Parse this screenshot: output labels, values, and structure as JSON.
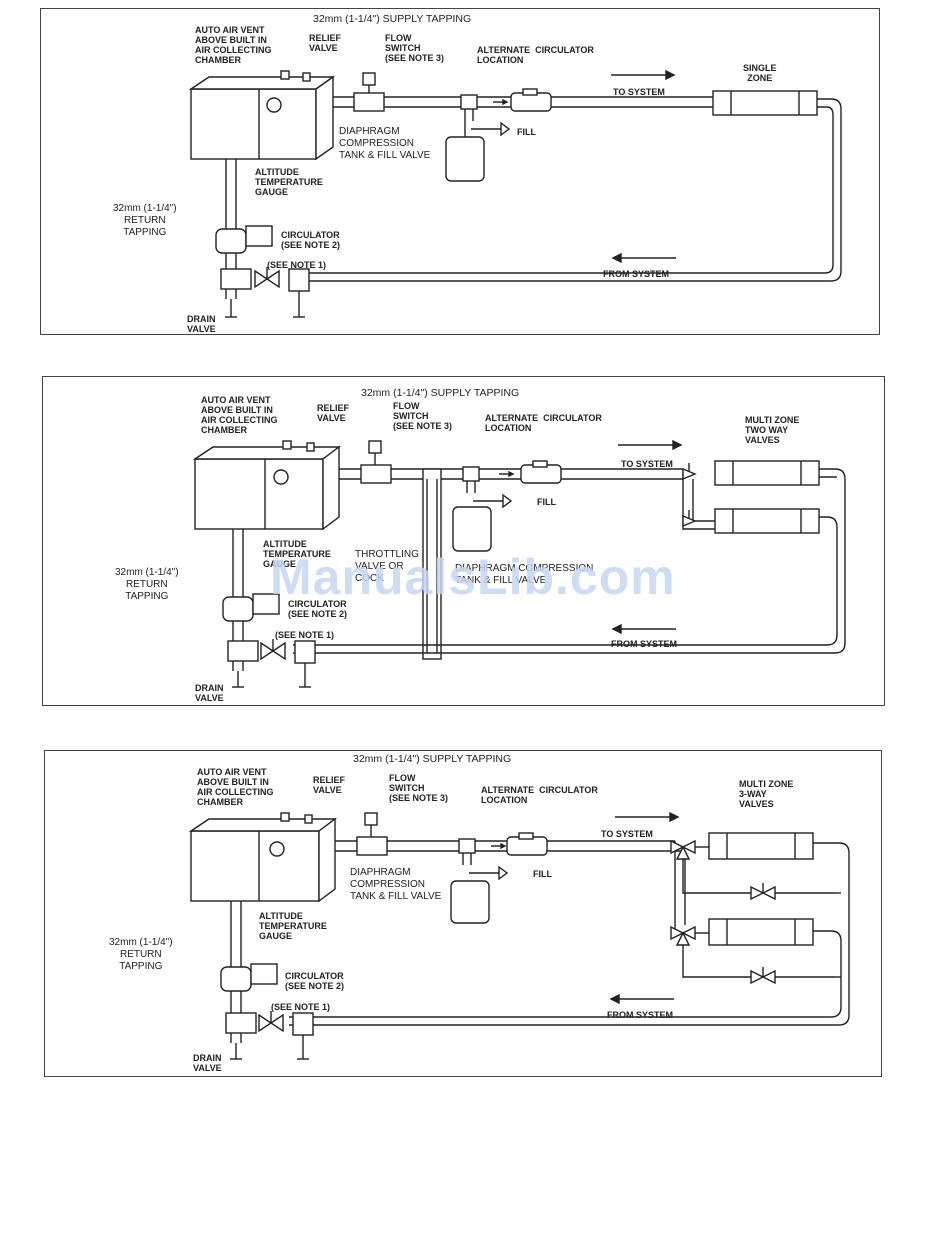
{
  "watermark": "ManualsLib.com",
  "diagrams": [
    {
      "labels": {
        "supply_tapping": "32mm (1-1/4\") SUPPLY TAPPING",
        "auto_air_vent": "AUTO AIR VENT\nABOVE BUILT IN\nAIR COLLECTING\nCHAMBER",
        "relief_valve": "RELIEF\nVALVE",
        "flow_switch": "FLOW\nSWITCH\n(SEE NOTE 3)",
        "alt_circulator": "ALTERNATE  CIRCULATOR\nLOCATION",
        "zone": "SINGLE\nZONE",
        "to_system": "TO SYSTEM",
        "fill": "FILL",
        "tank": "DIAPHRAGM\nCOMPRESSION\nTANK & FILL VALVE",
        "gauge": "ALTITUDE\nTEMPERATURE\nGAUGE",
        "return_tapping": "32mm (1-1/4\")\nRETURN\nTAPPING",
        "circulator": "CIRCULATOR\n(SEE NOTE 2)",
        "see_note_1": "(SEE NOTE 1)",
        "from_system": "FROM SYSTEM",
        "drain_valve": "DRAIN\nVALVE"
      }
    },
    {
      "labels": {
        "supply_tapping": "32mm (1-1/4\") SUPPLY TAPPING",
        "auto_air_vent": "AUTO AIR VENT\nABOVE BUILT IN\nAIR COLLECTING\nCHAMBER",
        "relief_valve": "RELIEF\nVALVE",
        "flow_switch": "FLOW\nSWITCH\n(SEE NOTE 3)",
        "alt_circulator": "ALTERNATE  CIRCULATOR\nLOCATION",
        "zone": "MULTI ZONE\nTWO WAY\nVALVES",
        "to_system": "TO SYSTEM",
        "fill": "FILL",
        "throttling": "THROTTLING\nVALVE OR\nCOCK",
        "tank": "DIAPHRAGM COMPRESSION\nTANK & FILL VALVE",
        "gauge": "ALTITUDE\nTEMPERATURE\nGAUGE",
        "return_tapping": "32mm (1-1/4\")\nRETURN\nTAPPING",
        "circulator": "CIRCULATOR\n(SEE NOTE 2)",
        "see_note_1": "(SEE NOTE 1)",
        "from_system": "FROM SYSTEM",
        "drain_valve": "DRAIN\nVALVE"
      }
    },
    {
      "labels": {
        "supply_tapping": "32mm (1-1/4\") SUPPLY TAPPING",
        "auto_air_vent": "AUTO AIR VENT\nABOVE BUILT IN\nAIR COLLECTING\nCHAMBER",
        "relief_valve": "RELIEF\nVALVE",
        "flow_switch": "FLOW\nSWITCH\n(SEE NOTE 3)",
        "alt_circulator": "ALTERNATE  CIRCULATOR\nLOCATION",
        "zone": "MULTI ZONE\n3-WAY\nVALVES",
        "to_system": "TO SYSTEM",
        "fill": "FILL",
        "tank": "DIAPHRAGM\nCOMPRESSION\nTANK & FILL VALVE",
        "gauge": "ALTITUDE\nTEMPERATURE\nGAUGE",
        "return_tapping": "32mm (1-1/4\")\nRETURN\nTAPPING",
        "circulator": "CIRCULATOR\n(SEE NOTE 2)",
        "see_note_1": "(SEE NOTE 1)",
        "from_system": "FROM SYSTEM",
        "drain_valve": "DRAIN\nVALVE"
      }
    }
  ]
}
